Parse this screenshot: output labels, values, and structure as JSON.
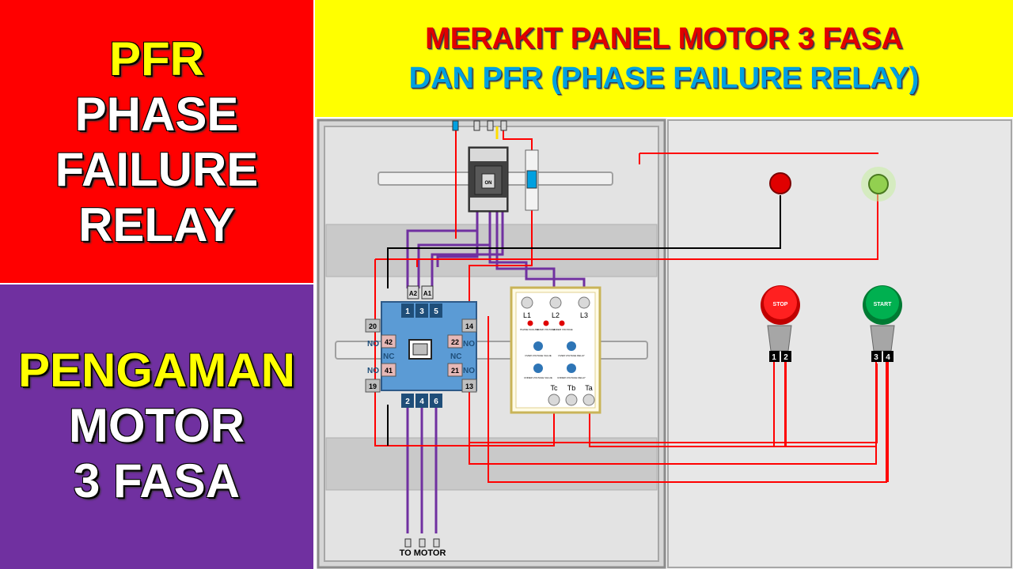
{
  "left_top": {
    "line1": "PFR",
    "line2": "PHASE",
    "line3": "FAILURE",
    "line4": "RELAY"
  },
  "left_bottom": {
    "line1": "PENGAMAN",
    "line2": "MOTOR",
    "line3": "3 FASA"
  },
  "header": {
    "line1": "MERAKIT PANEL MOTOR 3 FASA",
    "line2": "DAN PFR (PHASE FAILURE RELAY)"
  },
  "colors": {
    "red_panel": "#ff0000",
    "purple_panel": "#7030a0",
    "header_bg": "#ffff00",
    "title_red": "#e00000",
    "title_blue": "#00a0e0",
    "wire_red": "#ff0000",
    "wire_purple": "#7030a0",
    "wire_black": "#000000",
    "contactor_blue": "#5b9bd5",
    "stop_red": "#e00000",
    "start_green": "#00b050"
  },
  "breaker": {
    "label": "ON"
  },
  "contactor": {
    "coil_a2": "A2",
    "coil_a1": "A1",
    "top_terms": [
      "1",
      "3",
      "5"
    ],
    "bottom_terms": [
      "2",
      "4",
      "6"
    ],
    "aux_left": [
      "20",
      "42",
      "41",
      "19"
    ],
    "aux_right": [
      "14",
      "22",
      "21",
      "13"
    ],
    "no": "NO",
    "nc": "NC"
  },
  "pfr": {
    "top_terms": [
      "L1",
      "L2",
      "L3"
    ],
    "bottom_terms": [
      "Tc",
      "Tb",
      "Ta"
    ],
    "led_labels": [
      "PHASE FAILURE",
      "OVER VOLTAGE",
      "UNDER VOLTAGE"
    ],
    "knob_labels": [
      "OVER VOLTAGE VALUE",
      "OVER VOLTAGE DELAY",
      "UNDER VOLTAGE VALUE",
      "UNDER VOLTAGE DELAY"
    ]
  },
  "buttons": {
    "stop_label": "STOP",
    "start_label": "START",
    "stop_terms": [
      "1",
      "2"
    ],
    "start_terms": [
      "3",
      "4"
    ]
  },
  "output": {
    "to_motor": "TO MOTOR"
  }
}
